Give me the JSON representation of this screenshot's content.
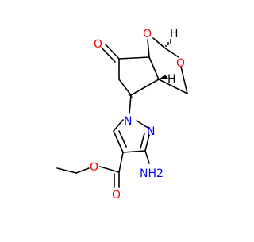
{
  "molecule": {
    "atoms": {
      "ketone_o": "O",
      "bridge_o": "O",
      "ring_o": "O",
      "pyrazole_n1": "N",
      "pyrazole_n2": "N",
      "amine": "NH2",
      "ester_carbonyl_o": "O",
      "ester_o": "O",
      "stereo_h_top": "H",
      "stereo_h_mid": "H"
    },
    "colors": {
      "bond": "#000000",
      "oxygen": "#ff0000",
      "nitrogen": "#0000ff"
    }
  }
}
